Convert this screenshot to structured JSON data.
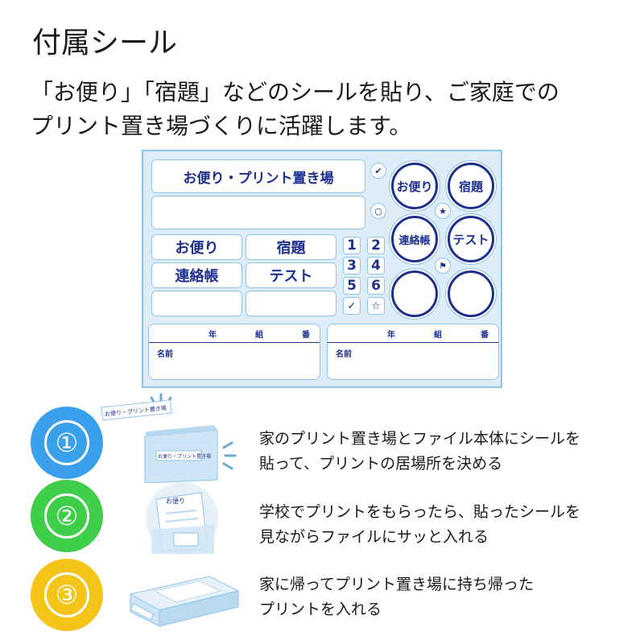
{
  "heading": {
    "title": "付属シール",
    "description_line1": "「お便り」「宿題」などのシールを貼り、ご家庭での",
    "description_line2": "プリント置き場づくりに活躍します。"
  },
  "sheet": {
    "main_label": "お便り・プリント置き場",
    "labels": [
      "お便り",
      "宿題",
      "連絡帳",
      "テスト"
    ],
    "numbers": [
      "1",
      "2",
      "3",
      "4",
      "5",
      "6"
    ],
    "circles": [
      "お便り",
      "宿題",
      "連絡帳",
      "テスト"
    ],
    "name_fields": {
      "year": "年",
      "class": "組",
      "number": "番",
      "name": "名前"
    }
  },
  "steps": [
    {
      "badge": "①",
      "color": "#3aa0ec",
      "line1": "家のプリント置き場とファイル本体にシールを",
      "line2": "貼って、プリントの居場所を決める",
      "sticker_text": "お便り・プリント置き場"
    },
    {
      "badge": "②",
      "color": "#3fce4a",
      "line1": "学校でプリントをもらったら、貼ったシールを",
      "line2": "見ながらファイルにサッと入れる",
      "sticker_text": "お便り"
    },
    {
      "badge": "③",
      "color": "#f5c419",
      "line1": "家に帰ってプリント置き場に持ち帰った",
      "line2": "プリントを入れる",
      "sticker_text": ""
    }
  ],
  "colors": {
    "navy": "#1d2f8f",
    "sheet_bg": "#ddeefa",
    "sheet_border": "#8ec3ea"
  }
}
